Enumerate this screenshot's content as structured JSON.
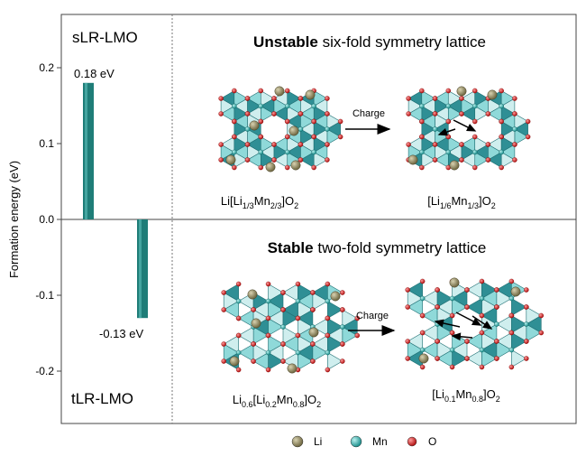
{
  "chart_data": {
    "type": "bar",
    "ylabel": "Formation energy (eV)",
    "ylim": [
      -0.25,
      0.25
    ],
    "yticks": [
      "0.2",
      "0.1",
      "0.0",
      "-0.1",
      "-0.2"
    ],
    "ytick_values": [
      0.2,
      0.1,
      0.0,
      -0.1,
      -0.2
    ],
    "categories": [
      "sLR-LMO",
      "tLR-LMO"
    ],
    "values": [
      0.18,
      -0.13
    ],
    "value_labels": [
      "0.18 eV",
      "-0.13 eV"
    ],
    "bar_color": "#1f7d78",
    "grid": false
  },
  "panels": {
    "top": {
      "title_bold": "Unstable",
      "title_rest": " six-fold symmetry lattice",
      "arrow_label": "Charge",
      "left_formula": "Li[Li1/3Mn2/3]O2",
      "right_formula": "[Li1/6Mn1/3]O2"
    },
    "bottom": {
      "title_bold": "Stable",
      "title_rest": " two-fold symmetry lattice",
      "arrow_label": "Charge",
      "left_formula": "Li0.6[Li0.2Mn0.8]O2",
      "right_formula": "[Li0.1Mn0.8]O2"
    }
  },
  "legend": [
    {
      "label": "Li",
      "color": "#8a7f55"
    },
    {
      "label": "Mn",
      "color": "#2bb3b0"
    },
    {
      "label": "O",
      "color": "#d42020"
    }
  ]
}
